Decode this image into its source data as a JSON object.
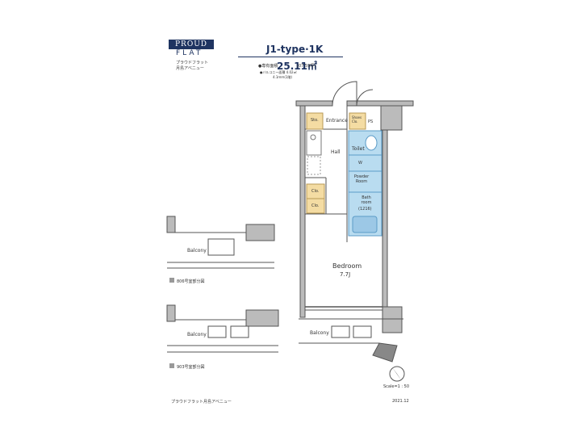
{
  "brand": {
    "logo_top": "PROUD",
    "logo_bottom": "FLAT",
    "jp_line1": "プラウドフラット",
    "jp_line2": "月島アベニュー"
  },
  "plan": {
    "title": "J1-type·1K",
    "area_label": "●専有面積",
    "area_value": "25.11㎡",
    "area_tsubo": "(07.59坪)",
    "balcony_line1": "●バルコニー面積 4.02㎡",
    "balcony_line2": "4.1ｍｍ(1階)"
  },
  "rooms": {
    "entrance": "Entrance",
    "shoes": "Shoes Clo.",
    "ps": "PS",
    "sto": "Sto.",
    "hall": "Hall",
    "toilet": "Toilet",
    "w": "W",
    "powder": "Powder Room",
    "bath": "Bath room",
    "bath_size": "(1216)",
    "clo1": "Clo.",
    "clo2": "Clo.",
    "bedroom": "Bedroom",
    "bedroom_size": "7.7J",
    "balcony_main": "Balcony",
    "balcony_small1": "Balcony",
    "balcony_small2": "Balcony"
  },
  "captions": {
    "cap1": "806号室部分図",
    "cap2": "903号室部分図"
  },
  "scale": "Scale=1 : 50",
  "footer": {
    "name": "プラウドフラット月島アベニュー",
    "date": "2021.12"
  }
}
